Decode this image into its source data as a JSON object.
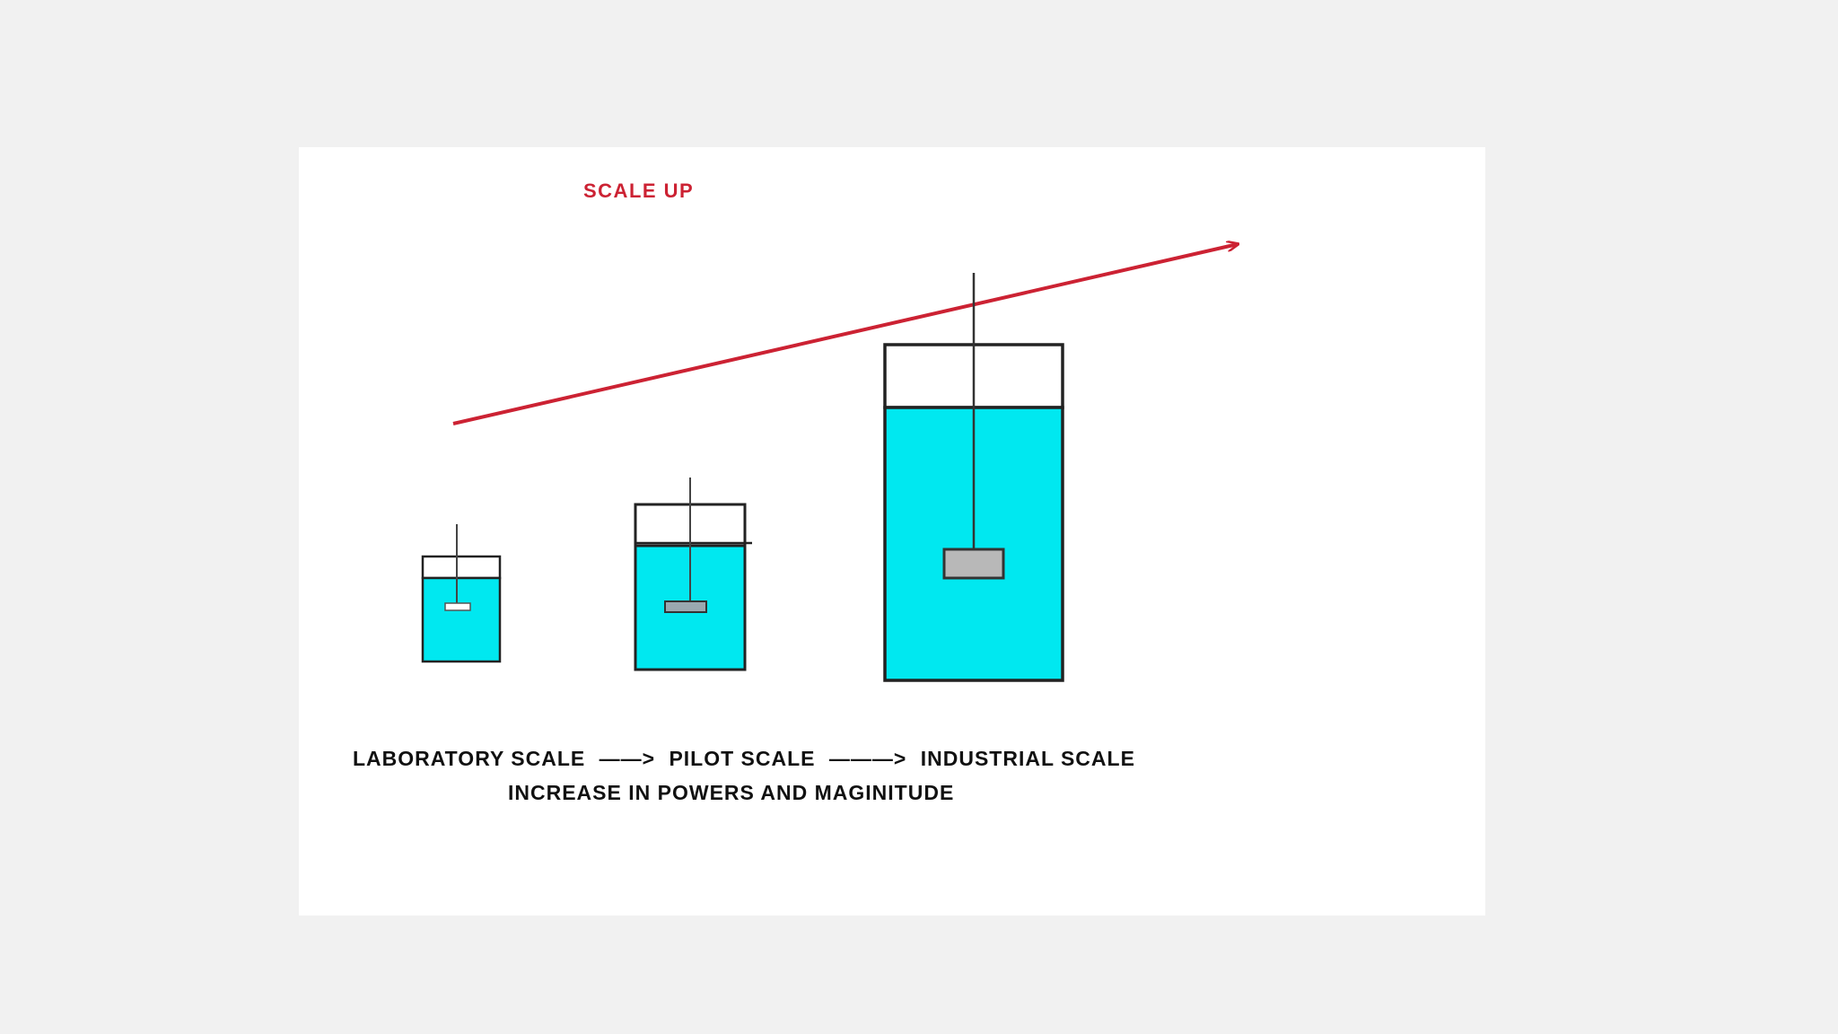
{
  "diagram": {
    "title": "SCALE UP",
    "scale_line": {
      "lab": "LABORATORY SCALE",
      "arrow1": "——>",
      "pilot": "PILOT SCALE",
      "arrow2": "———>",
      "industrial": "INDUSTRIAL SCALE"
    },
    "caption": "INCREASE IN POWERS AND MAGINITUDE",
    "colors": {
      "background": "#f1f1f1",
      "panel": "#ffffff",
      "liquid": "#00e8f0",
      "outline": "#222222",
      "arrow": "#cc2233",
      "impeller": "#b8b8b8",
      "text": "#111111",
      "title": "#cc2233"
    }
  }
}
